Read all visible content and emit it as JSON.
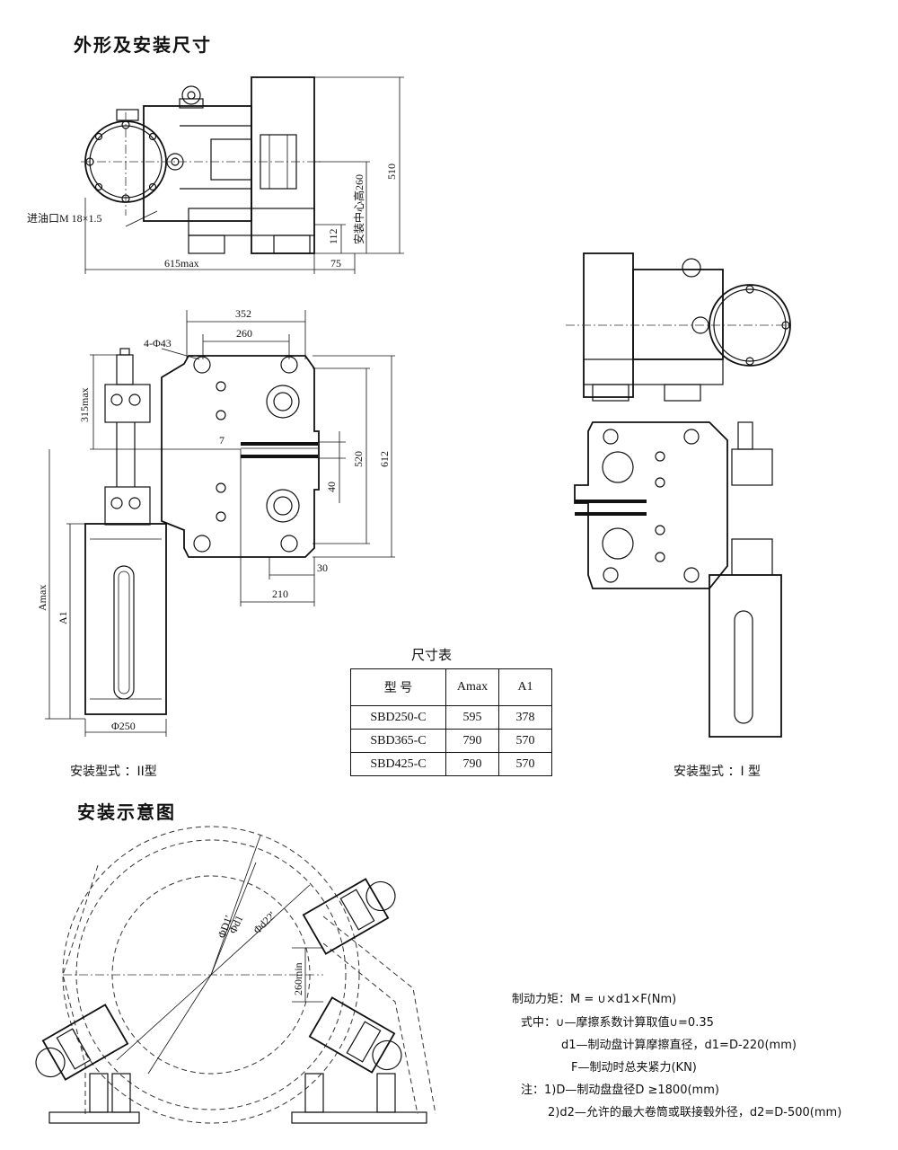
{
  "headings": {
    "outline": "外形及安装尺寸",
    "install": "安装示意图",
    "table_title": "尺寸表"
  },
  "top_view": {
    "oil_inlet": "进油口M 18×1.5",
    "dim_615": "615max",
    "dim_75": "75",
    "dim_510": "510",
    "dim_112": "112",
    "center_height": "安装中心高260"
  },
  "front_view": {
    "dim_352": "352",
    "dim_260": "260",
    "holes": "4-Φ43",
    "dim_315": "315max",
    "dim_7": "7",
    "dim_520": "520",
    "dim_612": "612",
    "dim_40": "40",
    "dim_30": "30",
    "dim_210": "210",
    "amax": "Amax",
    "a1": "A1",
    "dim_250": "Φ250",
    "caption": "安装型式 ：II型"
  },
  "right_view": {
    "caption": "安装型式 ：I 型"
  },
  "table": {
    "headers": [
      "型  号",
      "Amax",
      "A1"
    ],
    "rows": [
      [
        "SBD250-C",
        "595",
        "378"
      ],
      [
        "SBD365-C",
        "790",
        "570"
      ],
      [
        "SBD425-C",
        "790",
        "570"
      ]
    ]
  },
  "install_diagram": {
    "d1_prime": "ΦD1'",
    "d1": "Φd1",
    "d22": "Φd22'",
    "dim_260min": "260min"
  },
  "formula": {
    "line1": "制动力矩：M = ∪×d1×F(Nm)",
    "line2": "式中：∪—摩擦系数计算取值∪=0.35",
    "line3": "d1—制动盘计算摩擦直径，d1=D-220(mm)",
    "line4": "F—制动时总夹紧力(KN)",
    "line5": "注：1)D—制动盘盘径D ≥1800(mm)",
    "line6": "2)d2—允许的最大卷筒或联接毂外径，d2=D-500(mm)"
  }
}
